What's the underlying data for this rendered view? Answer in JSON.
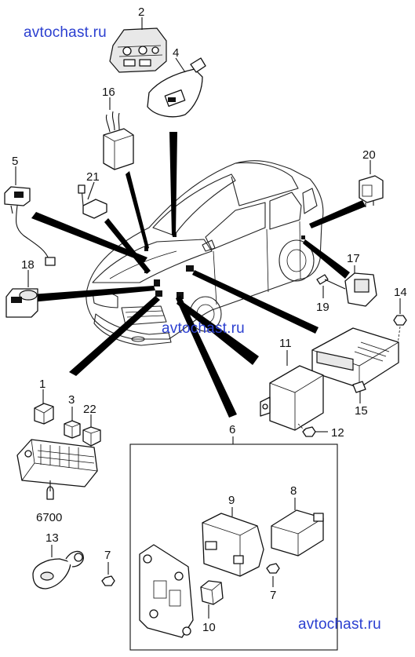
{
  "watermark": {
    "text_top": "avtochast.ru",
    "text_mid": "avtochast.ru",
    "text_bottom": "avtochast.ru",
    "color": "#2b3fd0"
  },
  "callouts": {
    "c1": "1",
    "c2": "2",
    "c3": "3",
    "c4": "4",
    "c5": "5",
    "c6": "6",
    "c7a": "7",
    "c7b": "7",
    "c8": "8",
    "c9": "9",
    "c10": "10",
    "c11": "11",
    "c12": "12",
    "c13": "13",
    "c14": "14",
    "c15": "15",
    "c16": "16",
    "c17": "17",
    "c18": "18",
    "c19": "19",
    "c20": "20",
    "c21": "21",
    "c22": "22",
    "c6700": "6700"
  },
  "colors": {
    "line": "#111111",
    "background": "#ffffff"
  }
}
